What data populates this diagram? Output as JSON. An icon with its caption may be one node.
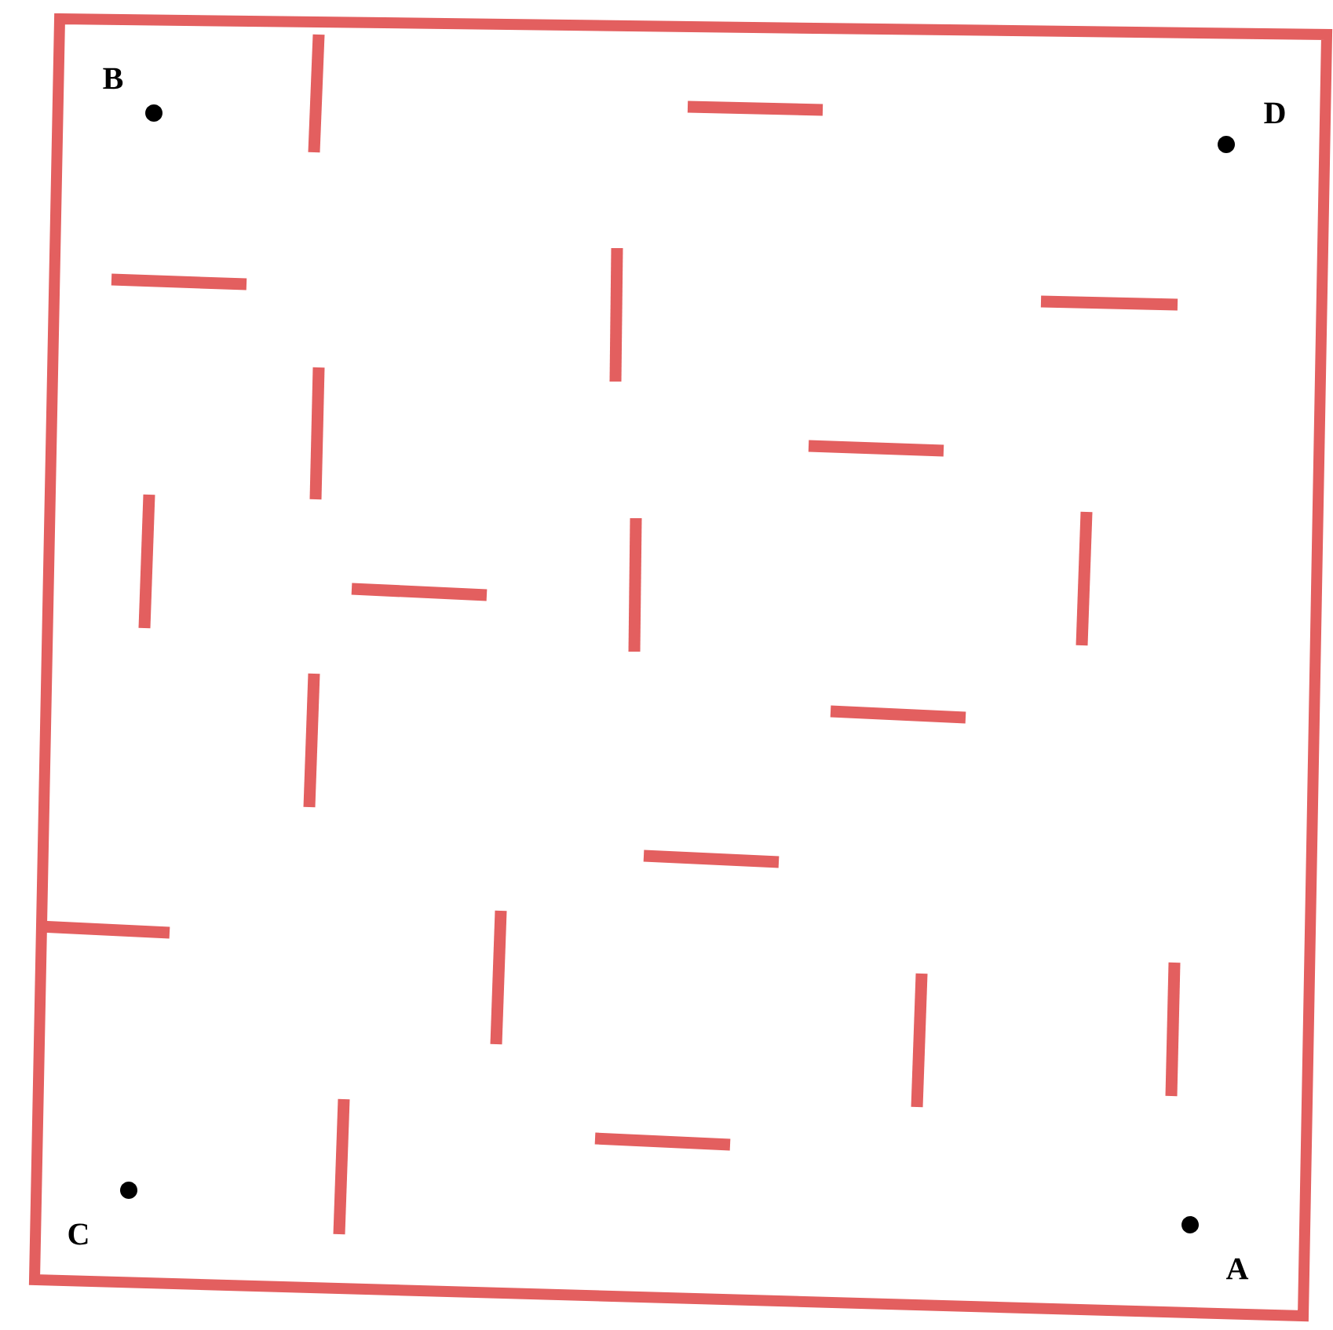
{
  "diagram": {
    "labels": [
      "B",
      "D",
      "C",
      "A"
    ]
  }
}
